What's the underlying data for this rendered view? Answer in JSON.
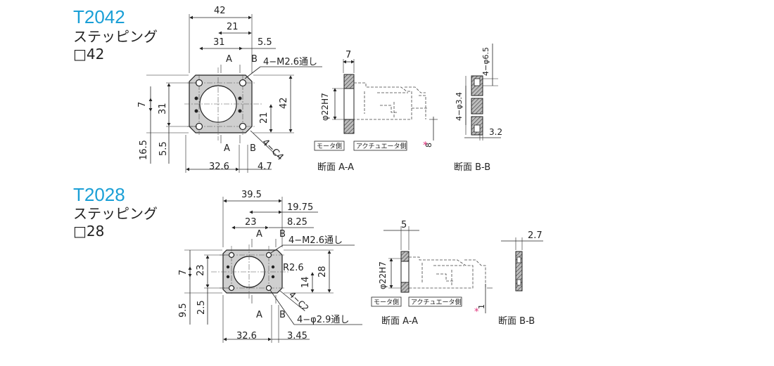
{
  "colors": {
    "model": "#1a9fd6",
    "plate": "#cfcfcf",
    "asterisk": "#e0307a"
  },
  "t2042": {
    "model": "T2042",
    "motor_label": "ステッピング",
    "size_label": "□42",
    "dims": {
      "d42_top": "42",
      "d21_top": "21",
      "d31_top": "31",
      "d5_5": "5.5",
      "secA": "A",
      "secB": "B",
      "tap": "4−M2.6通し",
      "d7": "7",
      "d31_left": "31",
      "d21_right": "21",
      "d42_right": "42",
      "d16_5": "16.5",
      "d5_5_left": "5.5",
      "chamfer": "4−C4",
      "d32_6": "32.6",
      "d4_7": "4.7"
    },
    "section_aa": {
      "d7": "7",
      "bore": "φ22H7",
      "d8": "8",
      "motor_side": "モータ側",
      "actuator_side": "アクチュエータ側",
      "asterisk": "*",
      "title": "断面 A-A"
    },
    "section_bb": {
      "cbore": "4−φ6.5",
      "hole": "4−φ3.4",
      "d3_2": "3.2",
      "title": "断面 B-B"
    }
  },
  "t2028": {
    "model": "T2028",
    "motor_label": "ステッピング",
    "size_label": "□28",
    "dims": {
      "d39_5": "39.5",
      "d19_75": "19.75",
      "d23_top": "23",
      "d8_25": "8.25",
      "secA": "A",
      "secB": "B",
      "tap": "4−M2.6通し",
      "radius": "R2.6",
      "d7": "7",
      "d23_left": "23",
      "d14_right": "14",
      "d28_right": "28",
      "d9_5": "9.5",
      "d2_5": "2.5",
      "chamfer": "4−C2",
      "hole": "4−φ2.9通し",
      "d32_6": "32.6",
      "d3_45": "3.45"
    },
    "section_aa": {
      "d5": "5",
      "bore": "φ22H7",
      "d1": "1",
      "motor_side": "モータ側",
      "actuator_side": "アクチュエータ側",
      "asterisk": "*",
      "title": "断面 A-A"
    },
    "section_bb": {
      "d2_7": "2.7",
      "title": "断面 B-B"
    }
  }
}
